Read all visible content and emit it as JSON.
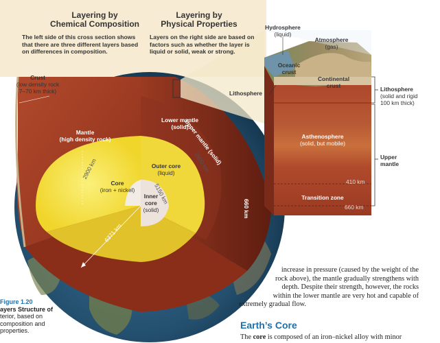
{
  "left_panel": {
    "title": [
      "Layering by",
      "Chemical Composition"
    ],
    "text": [
      "The left side of this cross section shows",
      "that there are three different layers based",
      "on differences in composition."
    ]
  },
  "right_panel": {
    "title": [
      "Layering by",
      "Physical Properties"
    ],
    "text": [
      "Layers on the right side are based on",
      "factors such as whether the layer is",
      "liquid or solid, weak or strong."
    ]
  },
  "labels": {
    "crust": {
      "name": "Crust",
      "desc": [
        "(low density rock",
        "7–70 km thick)"
      ]
    },
    "mantle": {
      "name": "Mantle",
      "desc": "(high density rock)"
    },
    "core": {
      "name": "Core",
      "desc": "(iron + nickel)"
    },
    "lower_mantle": {
      "name": "Lower mantle",
      "desc": "(solid)"
    },
    "upper_mantle_solid": "Upper mantle (solid)",
    "outer_core": {
      "name": "Outer core",
      "desc": "(liquid)"
    },
    "inner_core": {
      "name": [
        "Inner",
        "core"
      ],
      "desc": "(solid)"
    },
    "hydrosphere": {
      "name": "Hydrosphere",
      "desc": "(liquid)"
    },
    "atmosphere": {
      "name": "Atmosphere",
      "desc": "(gas)"
    },
    "oceanic_crust": [
      "Oceanic",
      "crust"
    ],
    "continental_crust": [
      "Continental",
      "crust"
    ],
    "lithosphere_left": "Lithosphere",
    "lithosphere_right": {
      "name": "Lithosphere",
      "desc": [
        "(solid and rigid",
        "100 km thick)"
      ]
    },
    "asthenosphere": {
      "name": "Asthenosphere",
      "desc": "(solid, but mobile)"
    },
    "upper_mantle": [
      "Upper",
      "mantle"
    ],
    "transition_zone": "Transition zone"
  },
  "distances": {
    "d_2900_left": "2900 km",
    "d_2900_right": "2900 km",
    "d_5150": "5150 km",
    "d_6371": "6371 km",
    "d_660_vertical": "660 km",
    "d_410": "410 km",
    "d_660": "660 km"
  },
  "caption": {
    "figure": "Figure 1.20",
    "lines": [
      "ayers Structure of",
      "terior, based on",
      "composition and",
      "properties."
    ]
  },
  "body_text": [
    "increase in pressure (caused by the weight of the",
    "rock above), the mantle gradually strengthens with",
    "depth. Despite their strength, however, the rocks",
    "within the lower mantle are very hot and capable of",
    "extremely gradual flow."
  ],
  "section_heading": "Earth’s Core",
  "section_text_start": "The ",
  "section_text_bold": "core",
  "section_text_end": " is composed of an iron–nickel alloy with minor",
  "colors": {
    "panel_bg": "#f7ecd3",
    "mantle": "#a83c22",
    "lower_mantle": "#963420",
    "outer_core": "#f3e03c",
    "inner_core": "#eee3dc",
    "heading_blue": "#1f6fa8"
  }
}
